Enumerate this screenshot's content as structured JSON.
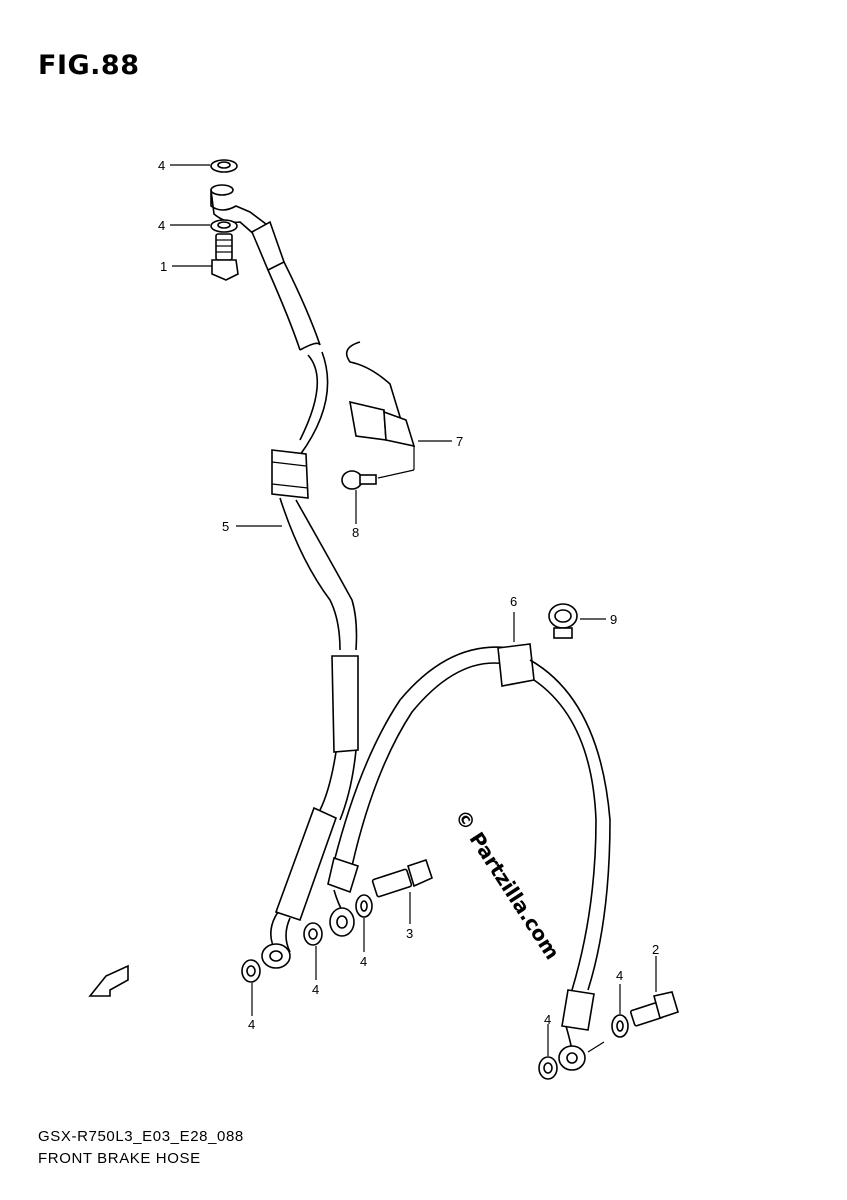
{
  "figure": {
    "title": "FIG.88",
    "model_code": "GSX-R750L3_E03_E28_088",
    "name": "FRONT BRAKE HOSE",
    "watermark": "© Partzilla.com"
  },
  "callouts": {
    "c4_top": "4",
    "c4_second": "4",
    "c1": "1",
    "c7": "7",
    "c8": "8",
    "c5": "5",
    "c6": "6",
    "c9": "9",
    "c3": "3",
    "c4_center": "4",
    "c4_left_mid": "4",
    "c4_left_bottom": "4",
    "c2": "2",
    "c4_right_top": "4",
    "c4_right_bottom": "4"
  },
  "icons": {
    "fwd_arrow": "fwd-arrow-icon"
  }
}
